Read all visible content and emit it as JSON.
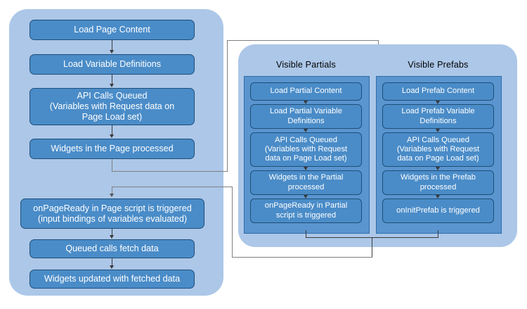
{
  "diagram": {
    "title": "Page, Partial and Prefab lifecycle flow",
    "colors": {
      "group_background": "#acc7e8",
      "panel_background": "#5a95cf",
      "box_fill": "#4a8cc8",
      "box_border": "#1f4e79",
      "box_text": "#ffffff",
      "connector": "#3a3a3a",
      "connector_return": "#808080",
      "canvas": "#ffffff"
    }
  },
  "page_group": {
    "name": "Page lifecycle group",
    "upper_steps": [
      {
        "label": "Load Page Content"
      },
      {
        "label": "Load Variable Definitions"
      },
      {
        "label": "API Calls Queued\n(Variables with Request data on\nPage Load set)"
      },
      {
        "label": "Widgets in the Page processed"
      }
    ],
    "lower_steps": [
      {
        "label": "onPageReady in Page script is triggered\n(input bindings of variables evaluated)"
      },
      {
        "label": "Queued calls fetch data"
      },
      {
        "label": "Widgets updated with fetched data"
      }
    ]
  },
  "components_group": {
    "name": "Visible components group",
    "columns": [
      {
        "title": "Visible Partials",
        "steps": [
          {
            "label": "Load Partial Content"
          },
          {
            "label": "Load Partial Variable\nDefinitions"
          },
          {
            "label": "API Calls Queued\n(Variables with Request\ndata on Page Load set)"
          },
          {
            "label": "Widgets in the Partial\nprocessed"
          },
          {
            "label": "onPageReady in Partial\nscript  is triggered"
          }
        ]
      },
      {
        "title": "Visible Prefabs",
        "steps": [
          {
            "label": "Load Prefab Content"
          },
          {
            "label": "Load Prefab Variable\nDefinitions"
          },
          {
            "label": "API Calls Queued\n(Variables with Request\ndata on Page Load set)"
          },
          {
            "label": "Widgets in the Prefab\nprocessed"
          },
          {
            "label": "onInitPrefab is triggered"
          }
        ]
      }
    ]
  },
  "connectors": [
    {
      "name": "page-to-components",
      "from": "Widgets in the Page processed",
      "to": "Visible components group"
    },
    {
      "name": "components-to-onpageready",
      "from": "Visible components group",
      "to": "onPageReady in Page script is triggered"
    }
  ]
}
